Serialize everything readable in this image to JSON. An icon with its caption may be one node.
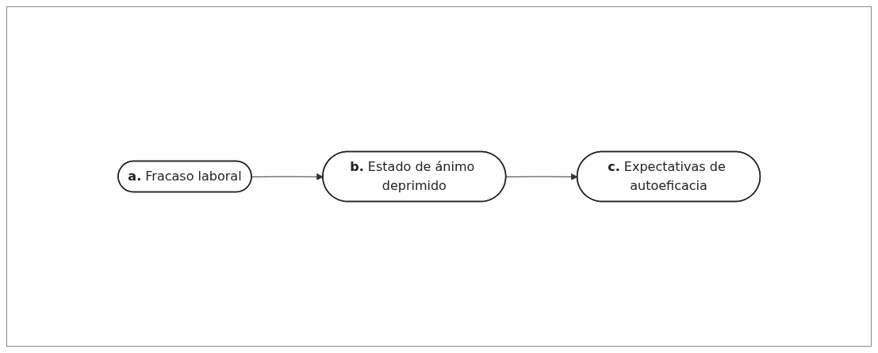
{
  "diagram": {
    "nodes": [
      {
        "text": [
          "**a.** Fracaso laboral"
        ]
      },
      {
        "text": [
          "**b.** Estado de ánimo deprimido"
        ]
      },
      {
        "text": [
          "**c.** Expectativas de autoeficacia"
        ]
      }
    ],
    "edges": [
      {
        "from": 0,
        "to": 1,
        "arrow": "to"
      },
      {
        "from": 1,
        "to": 2,
        "arrow": "to"
      }
    ]
  }
}
